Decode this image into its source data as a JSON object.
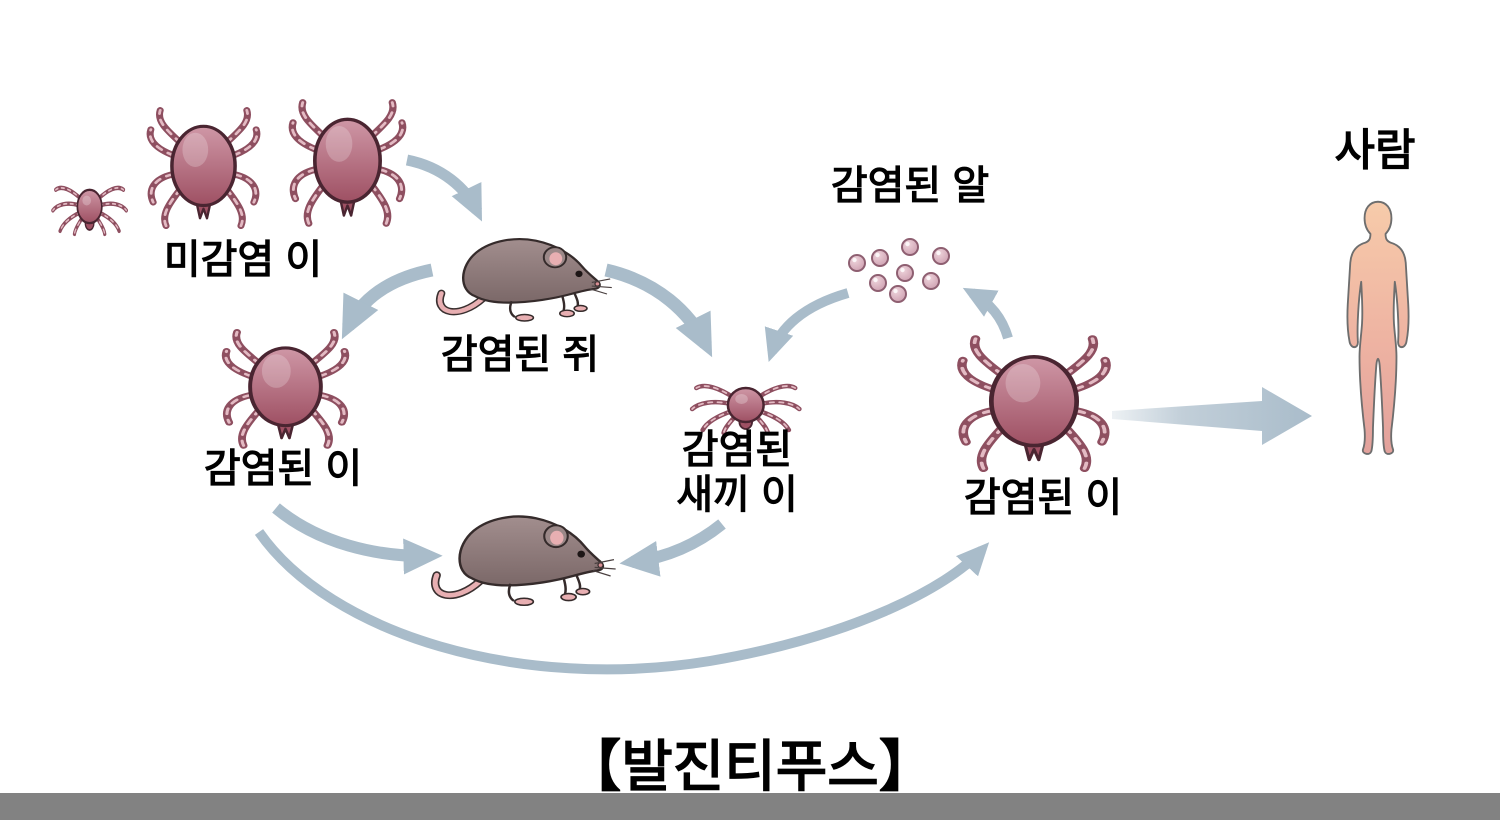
{
  "diagram": {
    "title": "【발진티푸스】",
    "nodes": {
      "uninfected_lice": "미감염 이",
      "infected_rat": "감염된 쥐",
      "infected_louse_left": "감염된 이",
      "infected_baby_louse": "감염된\n새끼 이",
      "infected_eggs": "감염된 알",
      "infected_louse_right": "감염된 이",
      "human": "사람",
      "rat_unlabeled": ""
    },
    "flows": [
      {
        "from": "uninfected_lice",
        "to": "infected_rat"
      },
      {
        "from": "infected_rat",
        "to": "infected_louse_left"
      },
      {
        "from": "infected_rat",
        "to": "infected_baby_louse"
      },
      {
        "from": "infected_eggs",
        "to": "infected_baby_louse"
      },
      {
        "from": "infected_louse_right",
        "to": "infected_eggs"
      },
      {
        "from": "infected_louse_left",
        "to": "rat_unlabeled"
      },
      {
        "from": "infected_baby_louse",
        "to": "rat_unlabeled"
      },
      {
        "from": "infected_louse_left",
        "to": "infected_louse_right"
      },
      {
        "from": "infected_louse_right",
        "to": "human"
      }
    ],
    "egg_count": 8,
    "colors": {
      "arrow": "#a9bcca",
      "louse_body": "#b5697d",
      "louse_outline": "#4a2531",
      "rat_body": "#8f7c7c",
      "rat_pink": "#e8afb2",
      "egg": "#d6abbb",
      "human_skin_top": "#f7cbaa",
      "human_skin_bottom": "#e2a19c",
      "text": "#000000",
      "footer_bar": "#828282",
      "background": "#ffffff"
    }
  }
}
